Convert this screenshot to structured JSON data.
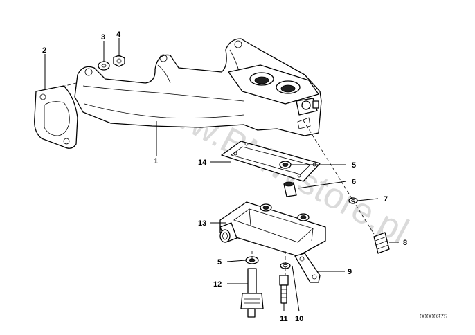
{
  "watermark": "www.BMWstore.pl",
  "diagram_code": "00000375",
  "callouts": {
    "c1": "1",
    "c2": "2",
    "c3": "3",
    "c4": "4",
    "c5a": "5",
    "c5b": "5",
    "c6": "6",
    "c7": "7",
    "c8": "8",
    "c9": "9",
    "c10": "10",
    "c11": "11",
    "c12": "12",
    "c13": "13",
    "c14": "14"
  }
}
